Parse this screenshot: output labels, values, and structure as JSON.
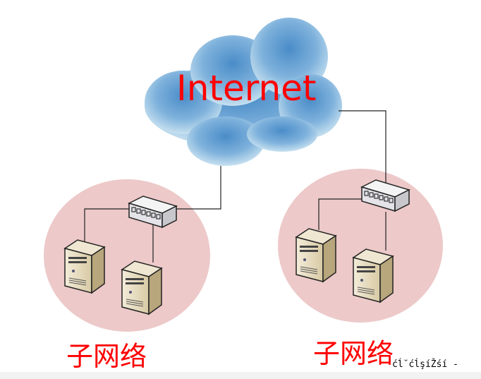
{
  "cloud": {
    "label": "Internet"
  },
  "subnets": [
    {
      "label": "子网络"
    },
    {
      "label": "子网络"
    }
  ],
  "footer_text": "ćĺ˘ćĺşíŽśí -",
  "colors": {
    "label": "#ff0000",
    "subnet_fill": "#edc9c9",
    "cloud": "#5b9bd0"
  }
}
